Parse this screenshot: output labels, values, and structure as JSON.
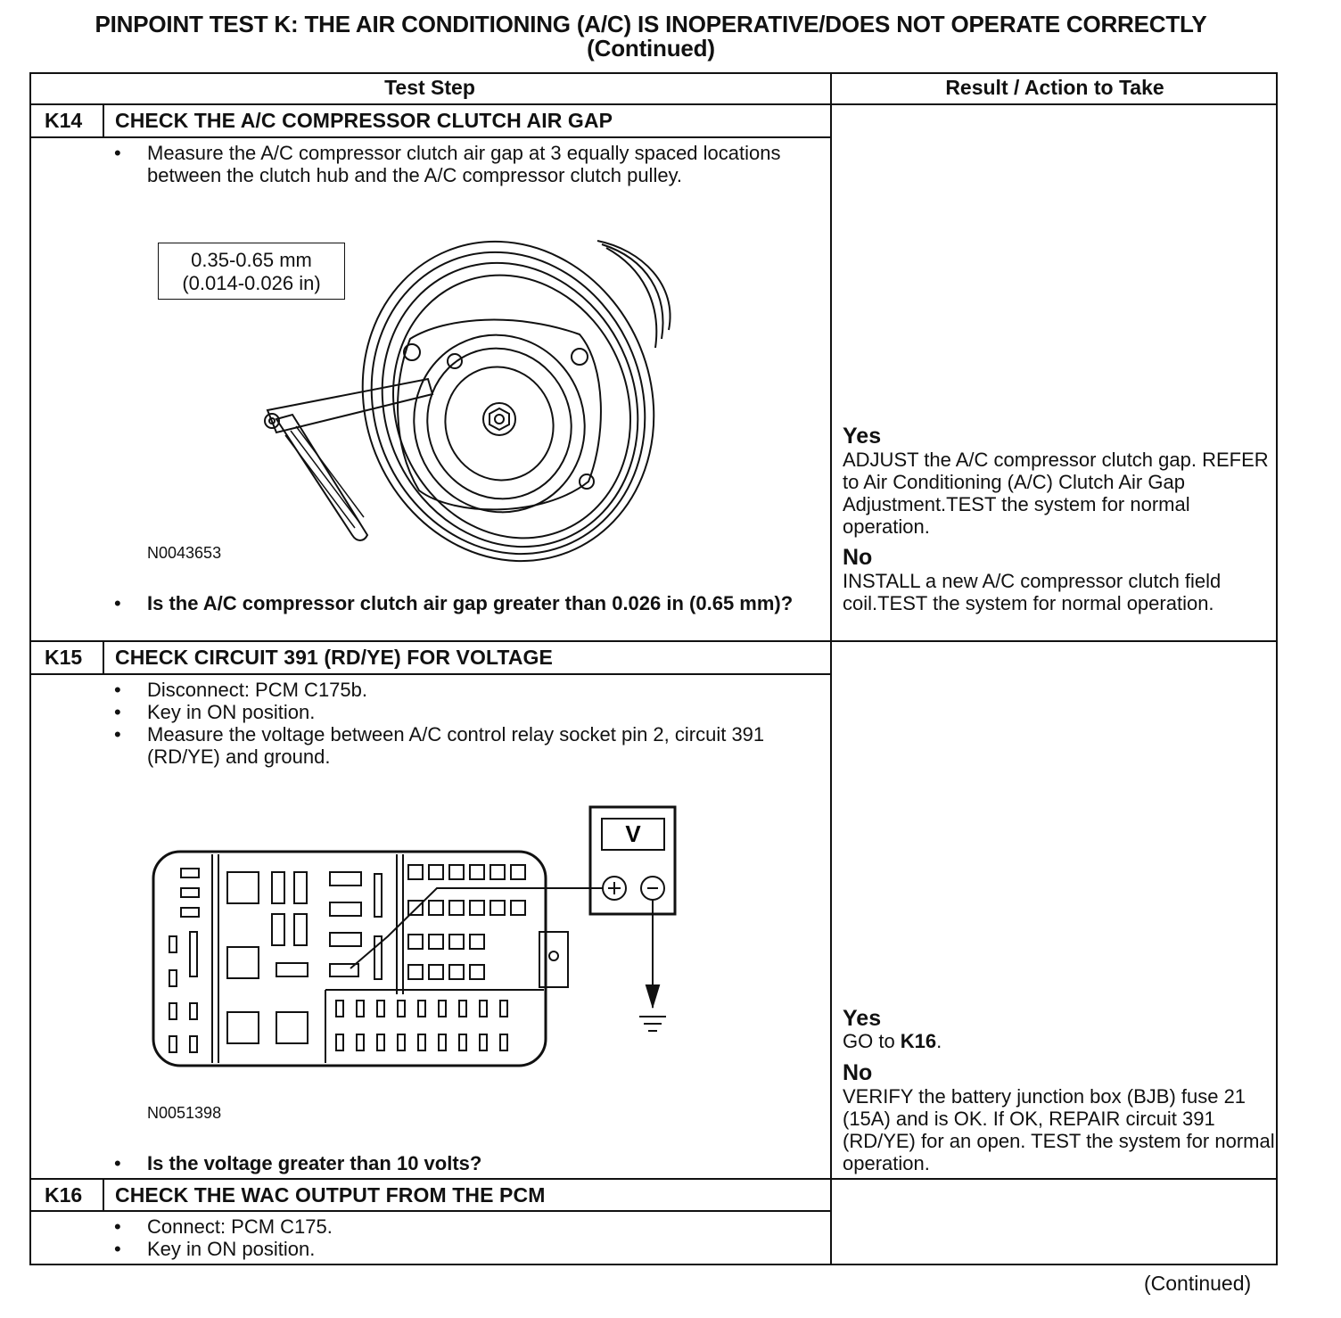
{
  "title": {
    "line1": "PINPOINT TEST  K: THE AIR CONDITIONING (A/C) IS INOPERATIVE/DOES NOT OPERATE CORRECTLY",
    "line2": "(Continued)"
  },
  "table": {
    "col1_header": "Test Step",
    "col2_header": "Result / Action to Take"
  },
  "steps": [
    {
      "id": "K14",
      "title": "CHECK THE A/C COMPRESSOR CLUTCH AIR GAP",
      "bullet1": "Measure the A/C compressor clutch air gap at 3 equally spaced locations between the clutch hub and the A/C compressor clutch pulley.",
      "spec_line1": "0.35-0.65 mm",
      "spec_line2": "(0.014-0.026 in)",
      "figure_id": "N0043653",
      "question": "Is the A/C compressor clutch air gap greater than 0.026 in (0.65 mm)?",
      "yes_label": "Yes",
      "yes_text": "ADJUST the A/C compressor clutch gap. REFER to Air Conditioning (A/C) Clutch Air Gap Adjustment.TEST the system for normal operation.",
      "no_label": "No",
      "no_text": "INSTALL a new A/C compressor clutch field coil.TEST the system for normal operation."
    },
    {
      "id": "K15",
      "title": "CHECK CIRCUIT 391 (RD/YE) FOR VOLTAGE",
      "bullets": [
        "Disconnect: PCM C175b.",
        "Key in ON position.",
        "Measure the voltage between A/C control relay socket pin 2, circuit 391 (RD/YE) and ground."
      ],
      "meter_symbol": "V",
      "figure_id": "N0051398",
      "question": "Is the voltage greater than 10 volts?",
      "yes_label": "Yes",
      "yes_text_prefix": "GO to ",
      "yes_text_ref": "K16",
      "yes_text_suffix": ".",
      "no_label": "No",
      "no_text": "VERIFY the battery junction box (BJB) fuse 21 (15A) and is OK. If OK, REPAIR circuit 391 (RD/YE) for an open. TEST the system for normal operation."
    },
    {
      "id": "K16",
      "title": "CHECK THE WAC OUTPUT FROM THE PCM",
      "bullets": [
        "Connect: PCM C175.",
        "Key in ON position."
      ]
    }
  ],
  "footer": "(Continued)",
  "bullet_char": "•"
}
